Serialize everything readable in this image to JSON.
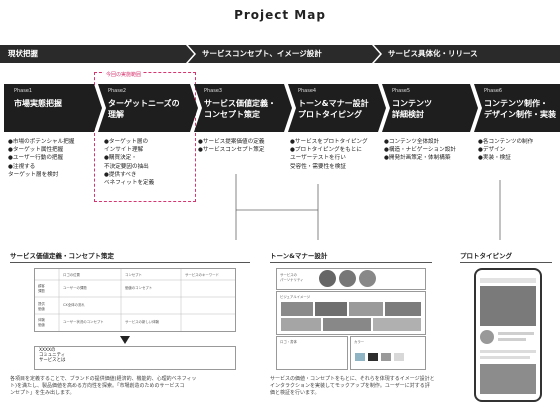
{
  "title": "Project Map",
  "stages": [
    {
      "label": "現状把握"
    },
    {
      "label": "サービスコンセプト、イメージ設計"
    },
    {
      "label": "サービス具体化・リリース"
    }
  ],
  "callout_label": "今回の実施範囲",
  "phases": [
    {
      "num": "Phase1",
      "title": "市場実態把握",
      "bullets": [
        "●市場のポテンシャル把握",
        "●ターゲット属性把握",
        "●ユーザー行動の把握",
        "●注視する\n  ターゲット層を検討"
      ]
    },
    {
      "num": "Phase2",
      "title": "ターゲットニーズの\n理解",
      "bullets": [
        "●ターゲット層の\n  インサイト理解",
        "●購買決定・\n  不決定要因の抽出",
        "●提供すべき\n  ベネフィットを定義"
      ]
    },
    {
      "num": "Phase3",
      "title": "サービス価値定義・\nコンセプト策定",
      "bullets": [
        "●サービス提案価値の定義",
        "●サービスコンセプト策定"
      ]
    },
    {
      "num": "Phase4",
      "title": "トーン&マナー設計\nプロトタイピング",
      "bullets": [
        "●サービスをプロトタイピング",
        "●プロトタイピングをもとに\n  ユーザーテストを行い\n  受容性・需要性を検証"
      ]
    },
    {
      "num": "Phase5",
      "title": "コンテンツ\n詳細検討",
      "bullets": [
        "●コンテンツ全体設計",
        "●構造・ナビゲーション設計",
        "●開発計画策定・体制構築"
      ]
    },
    {
      "num": "Phase6",
      "title": "コンテンツ制作・\nデザイン制作・実装",
      "bullets": [
        "●各コンテンツの制作",
        "●デザイン",
        "●実装・検証"
      ]
    }
  ],
  "sections": {
    "concept": {
      "title": "サービス価値定義・コンセプト策定",
      "col_headers": [
        "ロゴの位置",
        "コンセプト",
        "サービスのキーワード"
      ],
      "row_headers": [
        "顧客\n課題",
        "提供\n価値",
        "体験\n価値"
      ],
      "cells": [
        "ユーザーの課題",
        "価値のコンセプト",
        "",
        "",
        "CX全体の流れ",
        "",
        "ユーザー状況のコンセプト",
        "サービスの新しい体験",
        ""
      ],
      "box_label": "XXXXの\nコミュニティ\nサービスとは",
      "note": "各項目を定義することで、ブランドの提供価値(経済的、機能的、心理的ベネフィッ\nト)を満たし、製品価値を高める方向性を探索。「市場創造のためのサービスコ\nンセプト」を生み出します。"
    },
    "tone": {
      "title": "トーン&マナー設計",
      "row1_label": "サービスの\nパーソナリティ",
      "row2_label": "ビジュアルイメージ",
      "row3_label": "ロゴ・書体",
      "row3b_label": "カラー",
      "note": "サービスの価値・コンセプトをもとに、それらを体現するイメージ設計と\nインタラクションを実装してモックアップを制作。ユーザーに対する評\n価と検証を行います。"
    },
    "proto": {
      "title": "プロトタイピング"
    }
  },
  "colors": {
    "dark": "#1e1e1e",
    "stage": "#2a2a2a",
    "accent": "#d7356f"
  }
}
